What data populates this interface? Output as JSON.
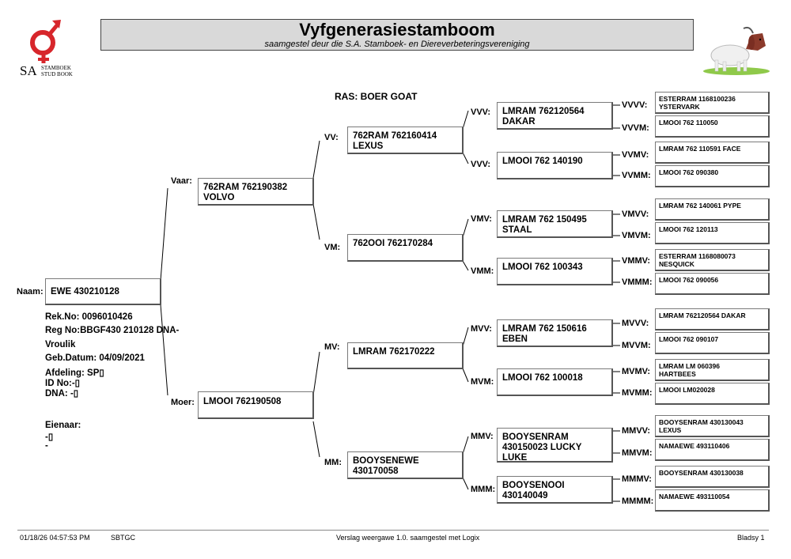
{
  "header": {
    "title": "Vyfgenerasiestamboom",
    "subtitle": "saamgestel deur die S.A. Stamboek- en Diereverbeteringsvereniging"
  },
  "logo": {
    "text_sa": "SA",
    "text_line1": "STAMBOEK",
    "text_line2": "STUD BOOK"
  },
  "breed": "RAS: BOER GOAT",
  "animal": {
    "naam_label": "Naam:",
    "name": "EWE 430210128",
    "rek_no": "Rek.No: 0096010426",
    "reg_no": "Reg No:BBGF430 210128 DNA-",
    "sex": "Vroulik",
    "birth": "Geb.Datum: 04/09/2021",
    "afdeling": "Afdeling: SP▯",
    "id_no": "ID No:-▯",
    "dna": "DNA: -▯",
    "owner_label": "Eienaar:",
    "owner_line1": "-▯",
    "owner_line2": "-"
  },
  "gen1": {
    "vaar": {
      "label": "Vaar:",
      "name": "762RAM 762190382\nVOLVO"
    },
    "moer": {
      "label": "Moer:",
      "name": "LMOOI 762190508"
    }
  },
  "gen2": {
    "vv": {
      "label": "VV:",
      "name": "762RAM 762160414\nLEXUS"
    },
    "vm": {
      "label": "VM:",
      "name": "762OOI 762170284"
    },
    "mv": {
      "label": "MV:",
      "name": "LMRAM 762170222"
    },
    "mm": {
      "label": "MM:",
      "name": " BOOYSENEWE\n430170058"
    }
  },
  "gen3": {
    "vvv": {
      "label": "VVV:",
      "name": "LMRAM 762120564\nDAKAR"
    },
    "vvm": {
      "label": "VVV:",
      "name": "LMOOI 762 140190"
    },
    "vmv": {
      "label": "VMV:",
      "name": "LMRAM 762 150495\nSTAAL"
    },
    "vmm": {
      "label": "VMM:",
      "name": "LMOOI 762 100343"
    },
    "mvv": {
      "label": "MVV:",
      "name": "LMRAM 762 150616\nEBEN"
    },
    "mvm": {
      "label": "MVM:",
      "name": "LMOOI 762 100018"
    },
    "mmv": {
      "label": "MMV:",
      "name": "BOOYSENRAM\n430150023 LUCKY\nLUKE"
    },
    "mmm": {
      "label": "MMM:",
      "name": "BOOYSENOOI\n430140049"
    }
  },
  "gen4": {
    "vvvv": {
      "label": "VVVV:",
      "name": "ESTERRAM 1168100236\nYSTERVARK"
    },
    "vvvm": {
      "label": "VVVM:",
      "name": "LMOOI 762 110050"
    },
    "vvmv": {
      "label": "VVMV:",
      "name": "LMRAM 762 110591 FACE"
    },
    "vvmm": {
      "label": "VVMM:",
      "name": "LMOOI 762 090380"
    },
    "vmvv": {
      "label": "VMVV:",
      "name": "LMRAM 762 140061 PYPE"
    },
    "vmvm": {
      "label": "VMVM:",
      "name": "LMOOI 762 120113"
    },
    "vmmv": {
      "label": "VMMV:",
      "name": "ESTERRAM 1168080073\nNESQUICK"
    },
    "vmmm": {
      "label": "VMMM:",
      "name": "LMOOI 762 090056"
    },
    "mvvv": {
      "label": "MVVV:",
      "name": "LMRAM 762120564  DAKAR"
    },
    "mvvm": {
      "label": "MVVM:",
      "name": "LMOOI 762 090107"
    },
    "mvmv": {
      "label": "MVMV:",
      "name": "LMRAM LM 060396\nHARTBEES"
    },
    "mvmm": {
      "label": "MVMM:",
      "name": "LMOOI LM020028"
    },
    "mmvv": {
      "label": "MMVV:",
      "name": "BOOYSENRAM 430130043\nLEXUS"
    },
    "mmvm": {
      "label": "MMVM:",
      "name": "NAMAEWE 493110406"
    },
    "mmmv": {
      "label": "MMMV:",
      "name": "BOOYSENRAM 430130038"
    },
    "mmmm": {
      "label": "MMMM:",
      "name": "NAMAEWE 493110054"
    }
  },
  "footer": {
    "timestamp": "01/18/26 04:57:53 PM",
    "code": "SBTGC",
    "version": "Verslag weergawe 1.0. saamgestel met Logix",
    "page": "Bladsy 1"
  },
  "colors": {
    "logo_red": "#d7262b",
    "title_bg": "#d9d9d9",
    "line": "#000000"
  }
}
